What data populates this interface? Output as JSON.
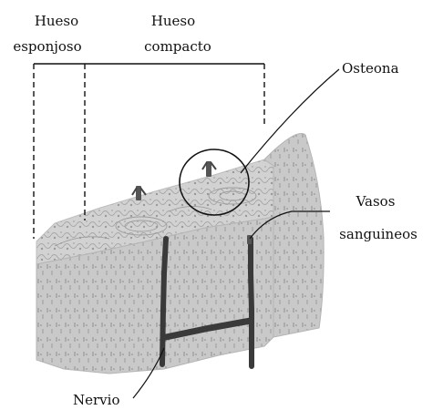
{
  "labels": {
    "spongy_bone_line1": "Hueso",
    "spongy_bone_line2": "esponjoso",
    "compact_bone_line1": "Hueso",
    "compact_bone_line2": "compacto",
    "osteon": "Osteona",
    "vessels_line1": "Vasos",
    "vessels_line2": "sanguineos",
    "nerve": "Nervio"
  }
}
